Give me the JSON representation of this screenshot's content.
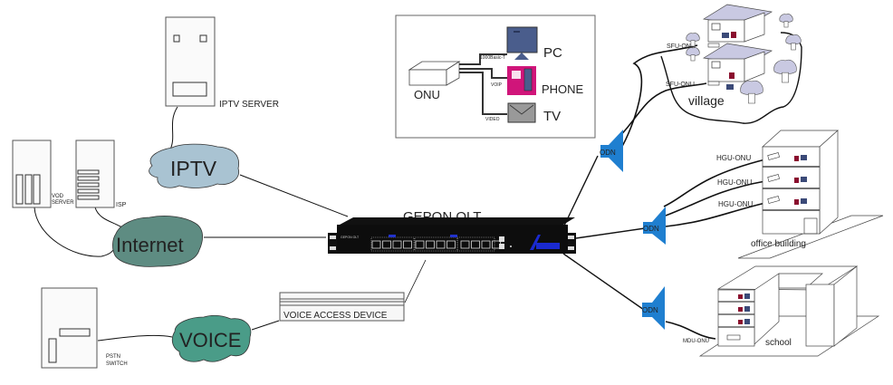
{
  "title": "GEPON OLT",
  "olt": {
    "label": "GEPON OLT",
    "front_text": "GEPON OLT"
  },
  "servers": {
    "iptv_server": "IPTV SERVER",
    "vod_server_line1": "VOD",
    "vod_server_line2": "SERVER",
    "isp": "ISP",
    "pstn_line1": "PSTN",
    "pstn_line2": "SWITCH"
  },
  "clouds": {
    "iptv": {
      "label": "IPTV",
      "color": "#a9c3d2"
    },
    "internet": {
      "label": "Internet",
      "color": "#5e8c82"
    },
    "voice": {
      "label": "VOICE",
      "color": "#4a9c88"
    }
  },
  "voice_access_device": "VOICE ACCESS DEVICE",
  "onu_inset": {
    "onu": "ONU",
    "devices": [
      {
        "name": "PC",
        "link": "1000Basic-T",
        "color": "#4a5d8c"
      },
      {
        "name": "PHONE",
        "link": "VOIP",
        "color": "#d0157a"
      },
      {
        "name": "TV",
        "link": "VIDEO",
        "color": "#999999"
      }
    ]
  },
  "odn": {
    "label": "ODN",
    "color": "#1f7fd0"
  },
  "sites": {
    "village": {
      "label": "village",
      "onus": [
        "SFU-ONU",
        "SFU-ONU"
      ]
    },
    "office": {
      "label": "office building",
      "onus": [
        "HGU-ONU",
        "HGU-ONU",
        "HGU-ONU"
      ]
    },
    "school": {
      "label": "school",
      "onus": [
        "MDU-ONU"
      ]
    }
  }
}
